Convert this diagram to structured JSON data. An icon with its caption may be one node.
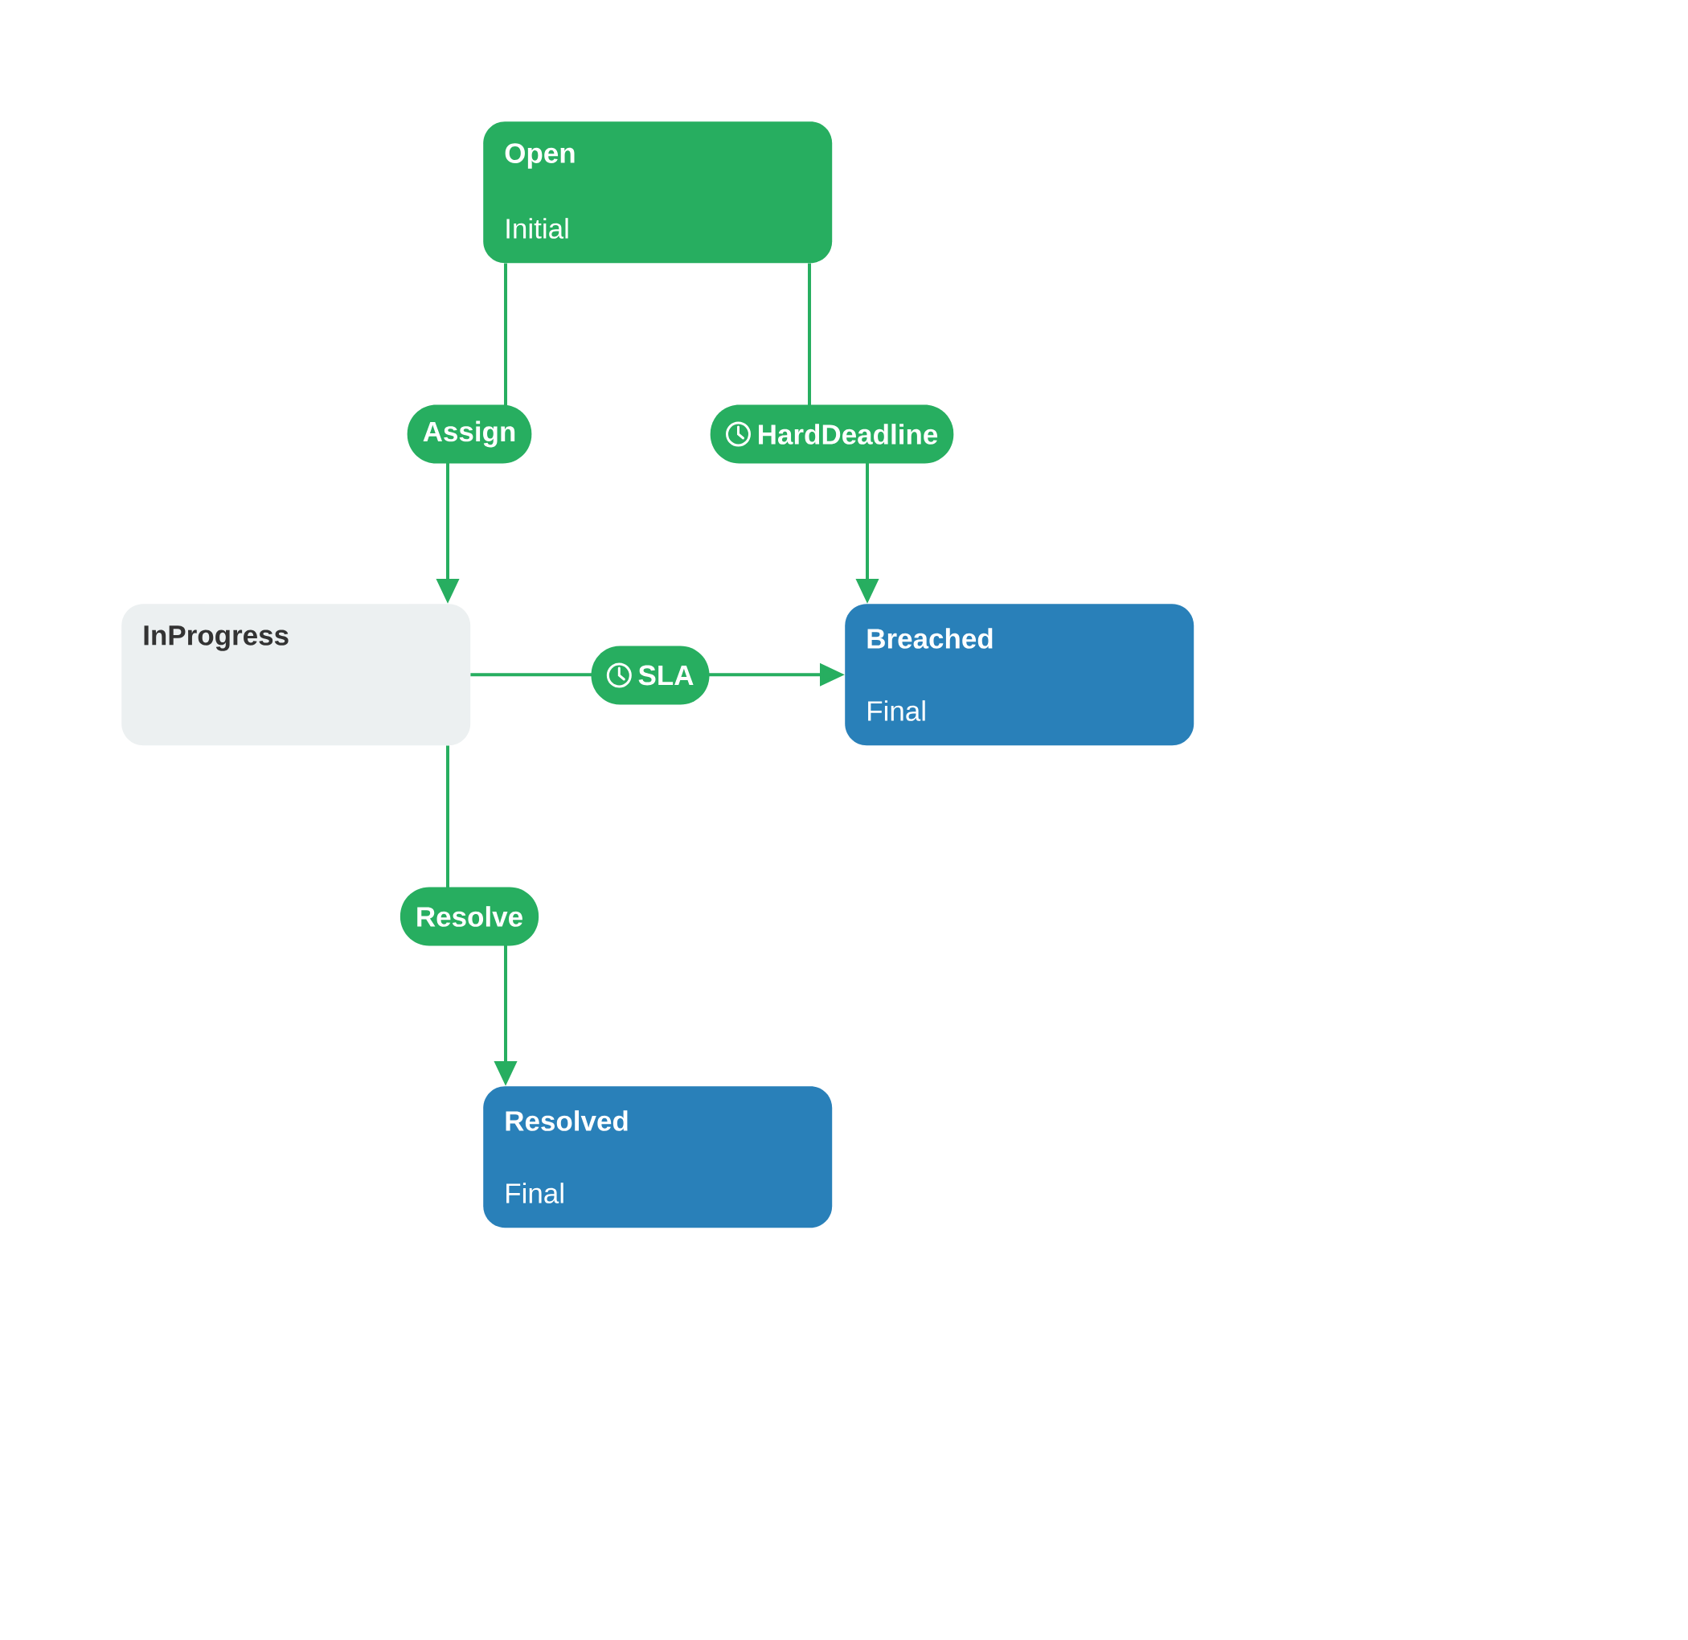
{
  "diagram": {
    "nodes": [
      {
        "text": [
          "Open",
          "Initial"
        ]
      },
      {
        "text": [
          "InProgress"
        ]
      },
      {
        "text": [
          "Breached",
          "Final"
        ]
      },
      {
        "text": [
          "Resolved",
          "Final"
        ]
      }
    ],
    "edges": [
      {
        "from": 0,
        "to": 1,
        "arrow": "to",
        "label": "Assign"
      },
      {
        "from": 0,
        "to": 2,
        "arrow": "to",
        "label": "HardDeadline"
      },
      {
        "from": 1,
        "to": 2,
        "arrow": "to",
        "label": "SLA"
      },
      {
        "from": 1,
        "to": 3,
        "arrow": "to",
        "label": "Resolve"
      }
    ]
  }
}
